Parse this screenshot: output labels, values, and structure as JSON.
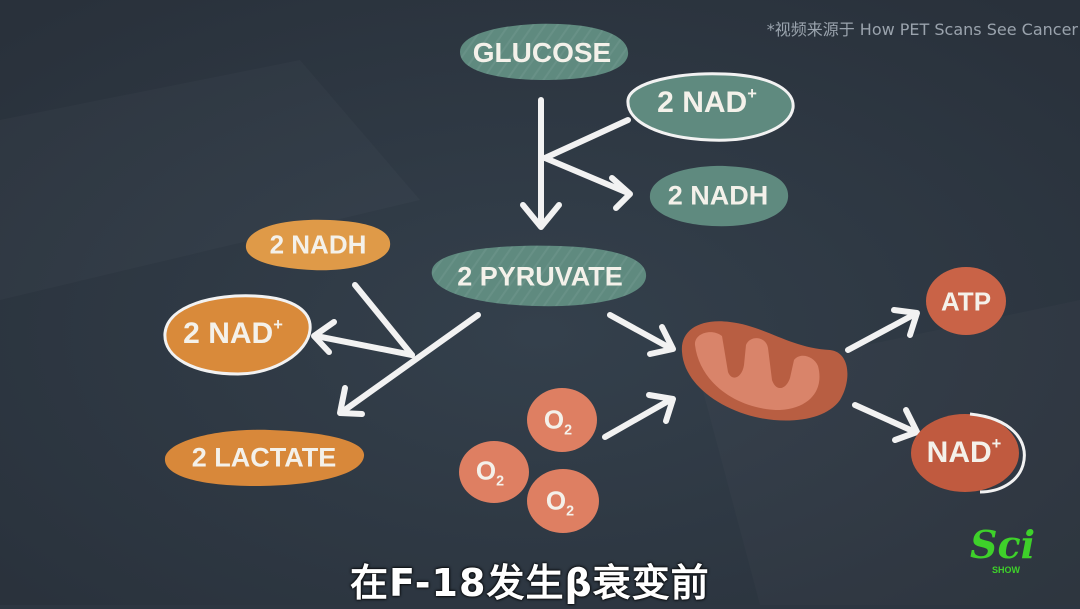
{
  "credit": "*视频来源于 How PET Scans See Cancer",
  "caption": "在F-18发生β衰变前",
  "logo": {
    "main": "Sci",
    "sub": "SHOW"
  },
  "colors": {
    "background": "#2d3641",
    "teal": "#5f8a7f",
    "orange": "#d98a3a",
    "salmon": "#d97a5e",
    "mito": "#b85e42",
    "mito_inner": "#d9846a",
    "arrow": "#f2f2f2",
    "logo_green": "#3ed12a"
  },
  "nodes": {
    "glucose": {
      "text": "GLUCOSE"
    },
    "nad_top": {
      "text": "2 NAD",
      "sup": "+"
    },
    "nadh_top": {
      "text": "2 NADH"
    },
    "pyruvate": {
      "text": "2 PYRUVATE"
    },
    "nadh_left": {
      "text": "2 NADH"
    },
    "nad_left": {
      "text": "2 NAD",
      "sup": "+"
    },
    "lactate": {
      "text": "2 LACTATE"
    },
    "o2_a": {
      "text": "O",
      "sub": "2"
    },
    "o2_b": {
      "text": "O",
      "sub": "2"
    },
    "o2_c": {
      "text": "O",
      "sub": "2"
    },
    "atp": {
      "text": "ATP"
    },
    "nad_right": {
      "text": "NAD",
      "sup": "+"
    }
  }
}
